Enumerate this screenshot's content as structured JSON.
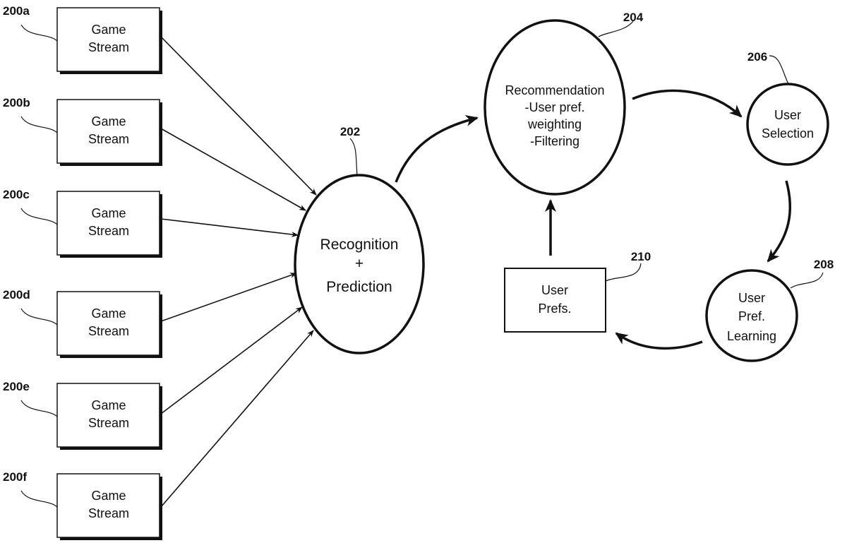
{
  "figure": {
    "game_streams": [
      {
        "ref": "200a",
        "lines": [
          "Game",
          "Stream"
        ]
      },
      {
        "ref": "200b",
        "lines": [
          "Game",
          "Stream"
        ]
      },
      {
        "ref": "200c",
        "lines": [
          "Game",
          "Stream"
        ]
      },
      {
        "ref": "200d",
        "lines": [
          "Game",
          "Stream"
        ]
      },
      {
        "ref": "200e",
        "lines": [
          "Game",
          "Stream"
        ]
      },
      {
        "ref": "200f",
        "lines": [
          "Game",
          "Stream"
        ]
      }
    ],
    "recognition": {
      "ref": "202",
      "lines": [
        "Recognition",
        "+",
        "Prediction"
      ]
    },
    "recommendation": {
      "ref": "204",
      "lines": [
        "Recommendation",
        "-User pref.",
        "weighting",
        "-Filtering"
      ]
    },
    "user_selection": {
      "ref": "206",
      "lines": [
        "User",
        "Selection"
      ]
    },
    "user_pref_learning": {
      "ref": "208",
      "lines": [
        "User",
        "Pref.",
        "Learning"
      ]
    },
    "user_prefs": {
      "ref": "210",
      "lines": [
        "User",
        "Prefs."
      ]
    }
  }
}
